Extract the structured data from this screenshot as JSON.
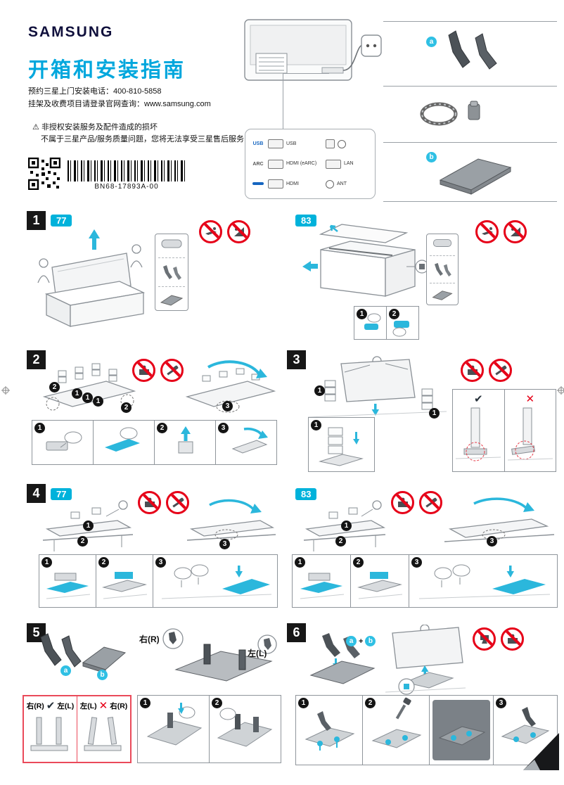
{
  "header": {
    "brand": "SAMSUNG",
    "title": "开箱和安装指南",
    "contact_line1": "预约三星上门安装电话：400-810-5858",
    "contact_line2": "挂架及收费项目请登录官网查询：www.samsung.com",
    "warning_icon": "⚠",
    "warning_line1": "非授权安装服务及配件造成的损坏",
    "warning_line2": "不属于三星产品/服务质量问题，您将无法享受三星售后服务",
    "part_number": "BN68-17893A-00"
  },
  "ports": {
    "usb_side_label": "USB",
    "arc_side_label": "ARC",
    "row1_main": "USB",
    "row2_main": "HDMI (eARC)",
    "row3_main": "HDMI",
    "row2_right": "LAN",
    "row3_right": "ANT"
  },
  "ab": {
    "a": "a",
    "b": "b"
  },
  "marks": {
    "one": "1",
    "two": "2",
    "three": "3",
    "plus": "+",
    "check": "✔",
    "cross": "✕"
  },
  "sizes": {
    "small": "77",
    "large": "83"
  },
  "steps": {
    "s1": "1",
    "s2": "2",
    "s3": "3",
    "s4": "4",
    "s5": "5",
    "s6": "6"
  },
  "step5": {
    "right": "右(R)",
    "left": "左(L)"
  },
  "icons": {
    "prohibition": "red-circle-slash",
    "direction_arrow": "cyan-arrow",
    "qr_code": "qr-pattern",
    "barcode": "bar-pattern"
  }
}
